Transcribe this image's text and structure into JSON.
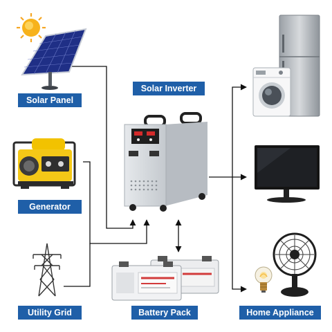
{
  "labels": {
    "solar_panel": "Solar Panel",
    "solar_inverter": "Solar Inverter",
    "generator": "Generator",
    "utility_grid": "Utility Grid",
    "battery_pack": "Battery Pack",
    "home_appliance": "Home Appliance"
  },
  "colors": {
    "label_bg": "#1f5fa8",
    "connector": "#111111"
  },
  "icons": [
    "sun-icon",
    "solar-panel-icon",
    "generator-icon",
    "transmission-tower-icon",
    "inverter-icon",
    "battery-icon",
    "refrigerator-icon",
    "washing-machine-icon",
    "tv-icon",
    "fan-icon",
    "light-bulb-icon"
  ]
}
